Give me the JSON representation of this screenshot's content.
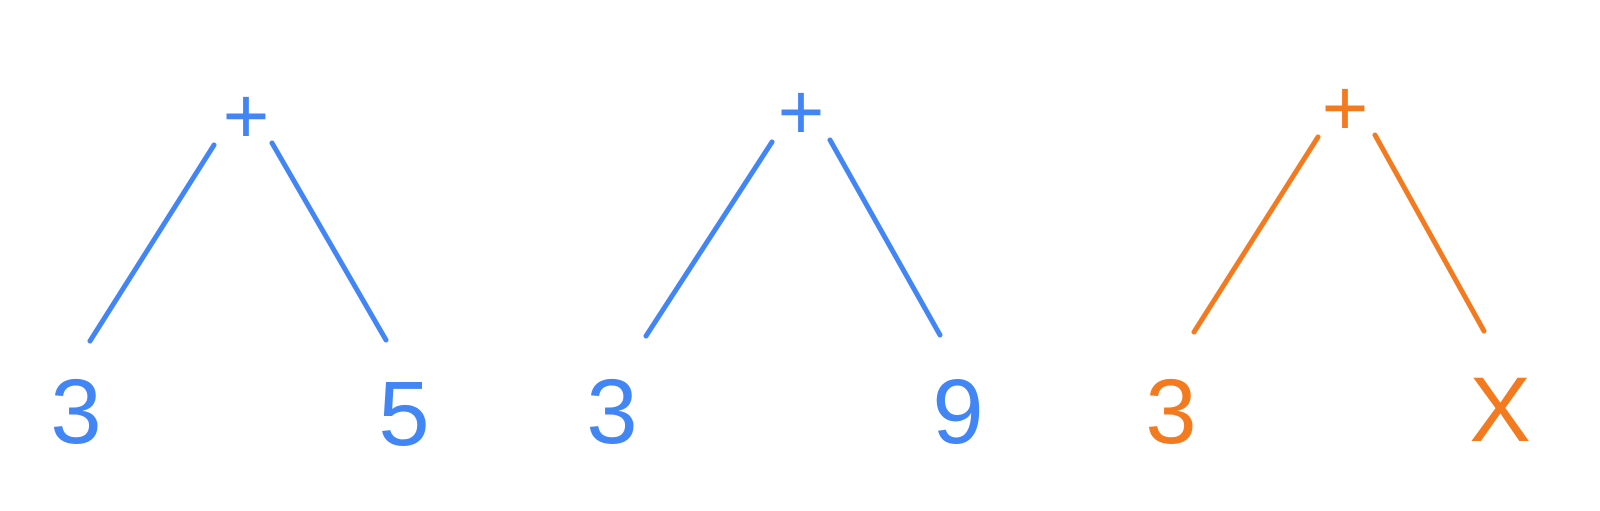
{
  "trees": [
    {
      "color": "#4285f4",
      "operator": "+",
      "left": "3",
      "right": "5"
    },
    {
      "color": "#4285f4",
      "operator": "+",
      "left": "3",
      "right": "9"
    },
    {
      "color": "#f47a20",
      "operator": "+",
      "left": "3",
      "right": "X"
    }
  ]
}
